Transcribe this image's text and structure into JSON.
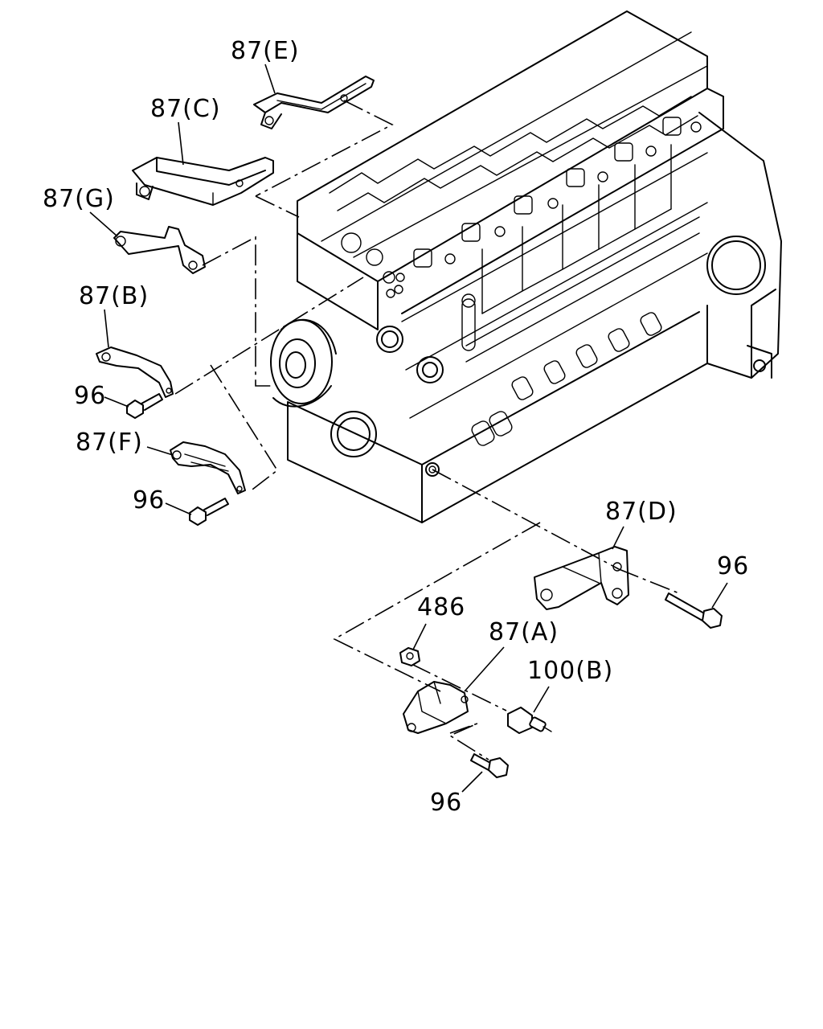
{
  "callouts": {
    "e87": "87(E)",
    "c87": "87(C)",
    "g87": "87(G)",
    "b87": "87(B)",
    "f87": "87(F)",
    "d87": "87(D)",
    "a87": "87(A)",
    "bolt_b": "96",
    "bolt_f": "96",
    "bolt_d": "96",
    "bolt_a": "96",
    "nut": "486",
    "sensor": "100(B)"
  }
}
